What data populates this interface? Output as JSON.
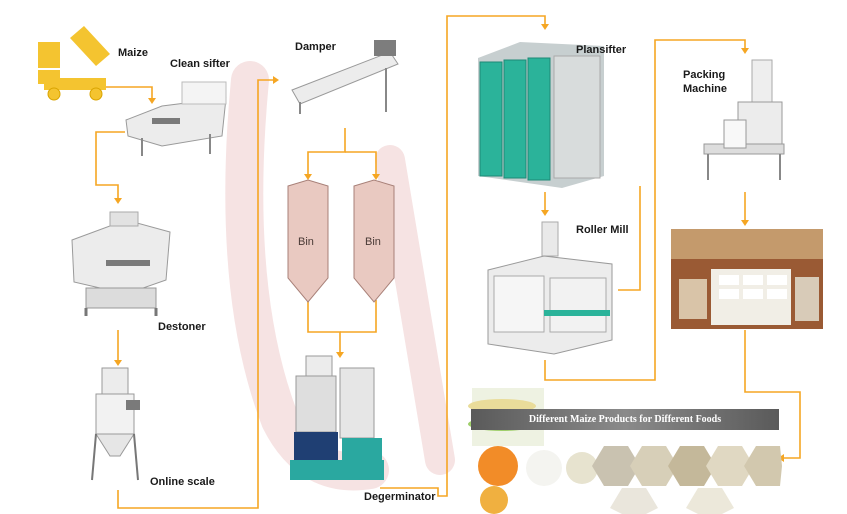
{
  "labels": {
    "maize": "Maize",
    "clean_sifter": "Clean sifter",
    "destoner": "Destoner",
    "online_scale": "Online scale",
    "damper": "Damper",
    "bin_left": "Bin",
    "bin_right": "Bin",
    "degerminator": "Degerminator",
    "plansifter": "Plansifter",
    "roller_mill": "Roller Mill",
    "packing_line1": "Packing",
    "packing_line2": "Machine"
  },
  "banner": {
    "text": "Different Maize Products for Different Foods"
  },
  "colors": {
    "flow_line": "#f5a623",
    "maize_truck": "#f4c430",
    "plansifter": "#2bb39a",
    "degerminator_base": "#2aa8a0",
    "bin": "#e9c9c1",
    "banner": "#6e6e6e",
    "watermark": "#f3dede"
  }
}
